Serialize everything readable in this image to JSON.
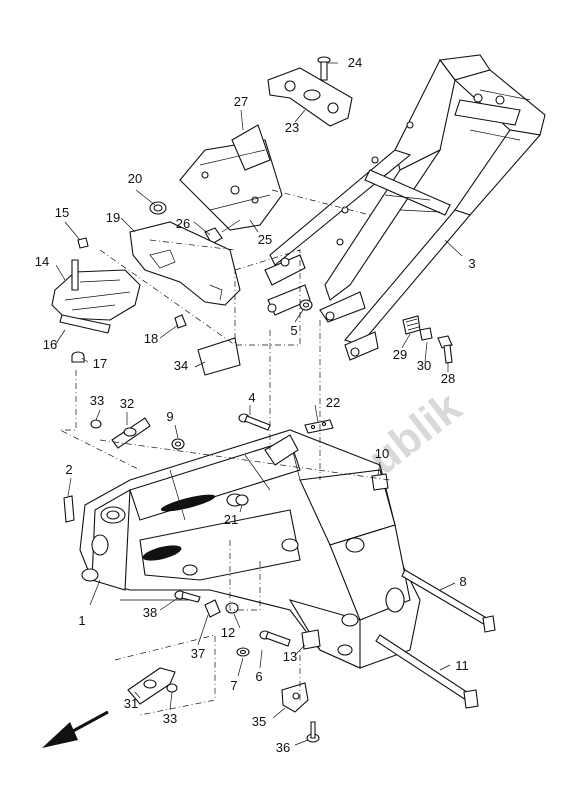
{
  "watermark": "PartsRepublik",
  "callouts": [
    {
      "id": "c1",
      "text": "1"
    },
    {
      "id": "c2",
      "text": "2"
    },
    {
      "id": "c3",
      "text": "3"
    },
    {
      "id": "c4",
      "text": "4"
    },
    {
      "id": "c5",
      "text": "5"
    },
    {
      "id": "c6",
      "text": "6"
    },
    {
      "id": "c7",
      "text": "7"
    },
    {
      "id": "c8",
      "text": "8"
    },
    {
      "id": "c9",
      "text": "9"
    },
    {
      "id": "c10",
      "text": "10"
    },
    {
      "id": "c11",
      "text": "11"
    },
    {
      "id": "c12",
      "text": "12"
    },
    {
      "id": "c13",
      "text": "13"
    },
    {
      "id": "c14",
      "text": "14"
    },
    {
      "id": "c15",
      "text": "15"
    },
    {
      "id": "c16",
      "text": "16"
    },
    {
      "id": "c17",
      "text": "17"
    },
    {
      "id": "c18",
      "text": "18"
    },
    {
      "id": "c19",
      "text": "19"
    },
    {
      "id": "c20",
      "text": "20"
    },
    {
      "id": "c21",
      "text": "21"
    },
    {
      "id": "c22",
      "text": "22"
    },
    {
      "id": "c23",
      "text": "23"
    },
    {
      "id": "c24",
      "text": "24"
    },
    {
      "id": "c25",
      "text": "25"
    },
    {
      "id": "c26",
      "text": "26"
    },
    {
      "id": "c27",
      "text": "27"
    },
    {
      "id": "c28",
      "text": "28"
    },
    {
      "id": "c29",
      "text": "29"
    },
    {
      "id": "c30",
      "text": "30"
    },
    {
      "id": "c31",
      "text": "31"
    },
    {
      "id": "c32",
      "text": "32"
    },
    {
      "id": "c33a",
      "text": "33"
    },
    {
      "id": "c33b",
      "text": "33"
    },
    {
      "id": "c34",
      "text": "34"
    },
    {
      "id": "c35",
      "text": "35"
    },
    {
      "id": "c36",
      "text": "36"
    },
    {
      "id": "c37",
      "text": "37"
    },
    {
      "id": "c38",
      "text": "38"
    }
  ],
  "icons": {
    "front_direction": "arrow-down-left-icon"
  },
  "colors": {
    "ink": "#111111",
    "background": "#ffffff",
    "watermark": "#d9d9d9"
  }
}
